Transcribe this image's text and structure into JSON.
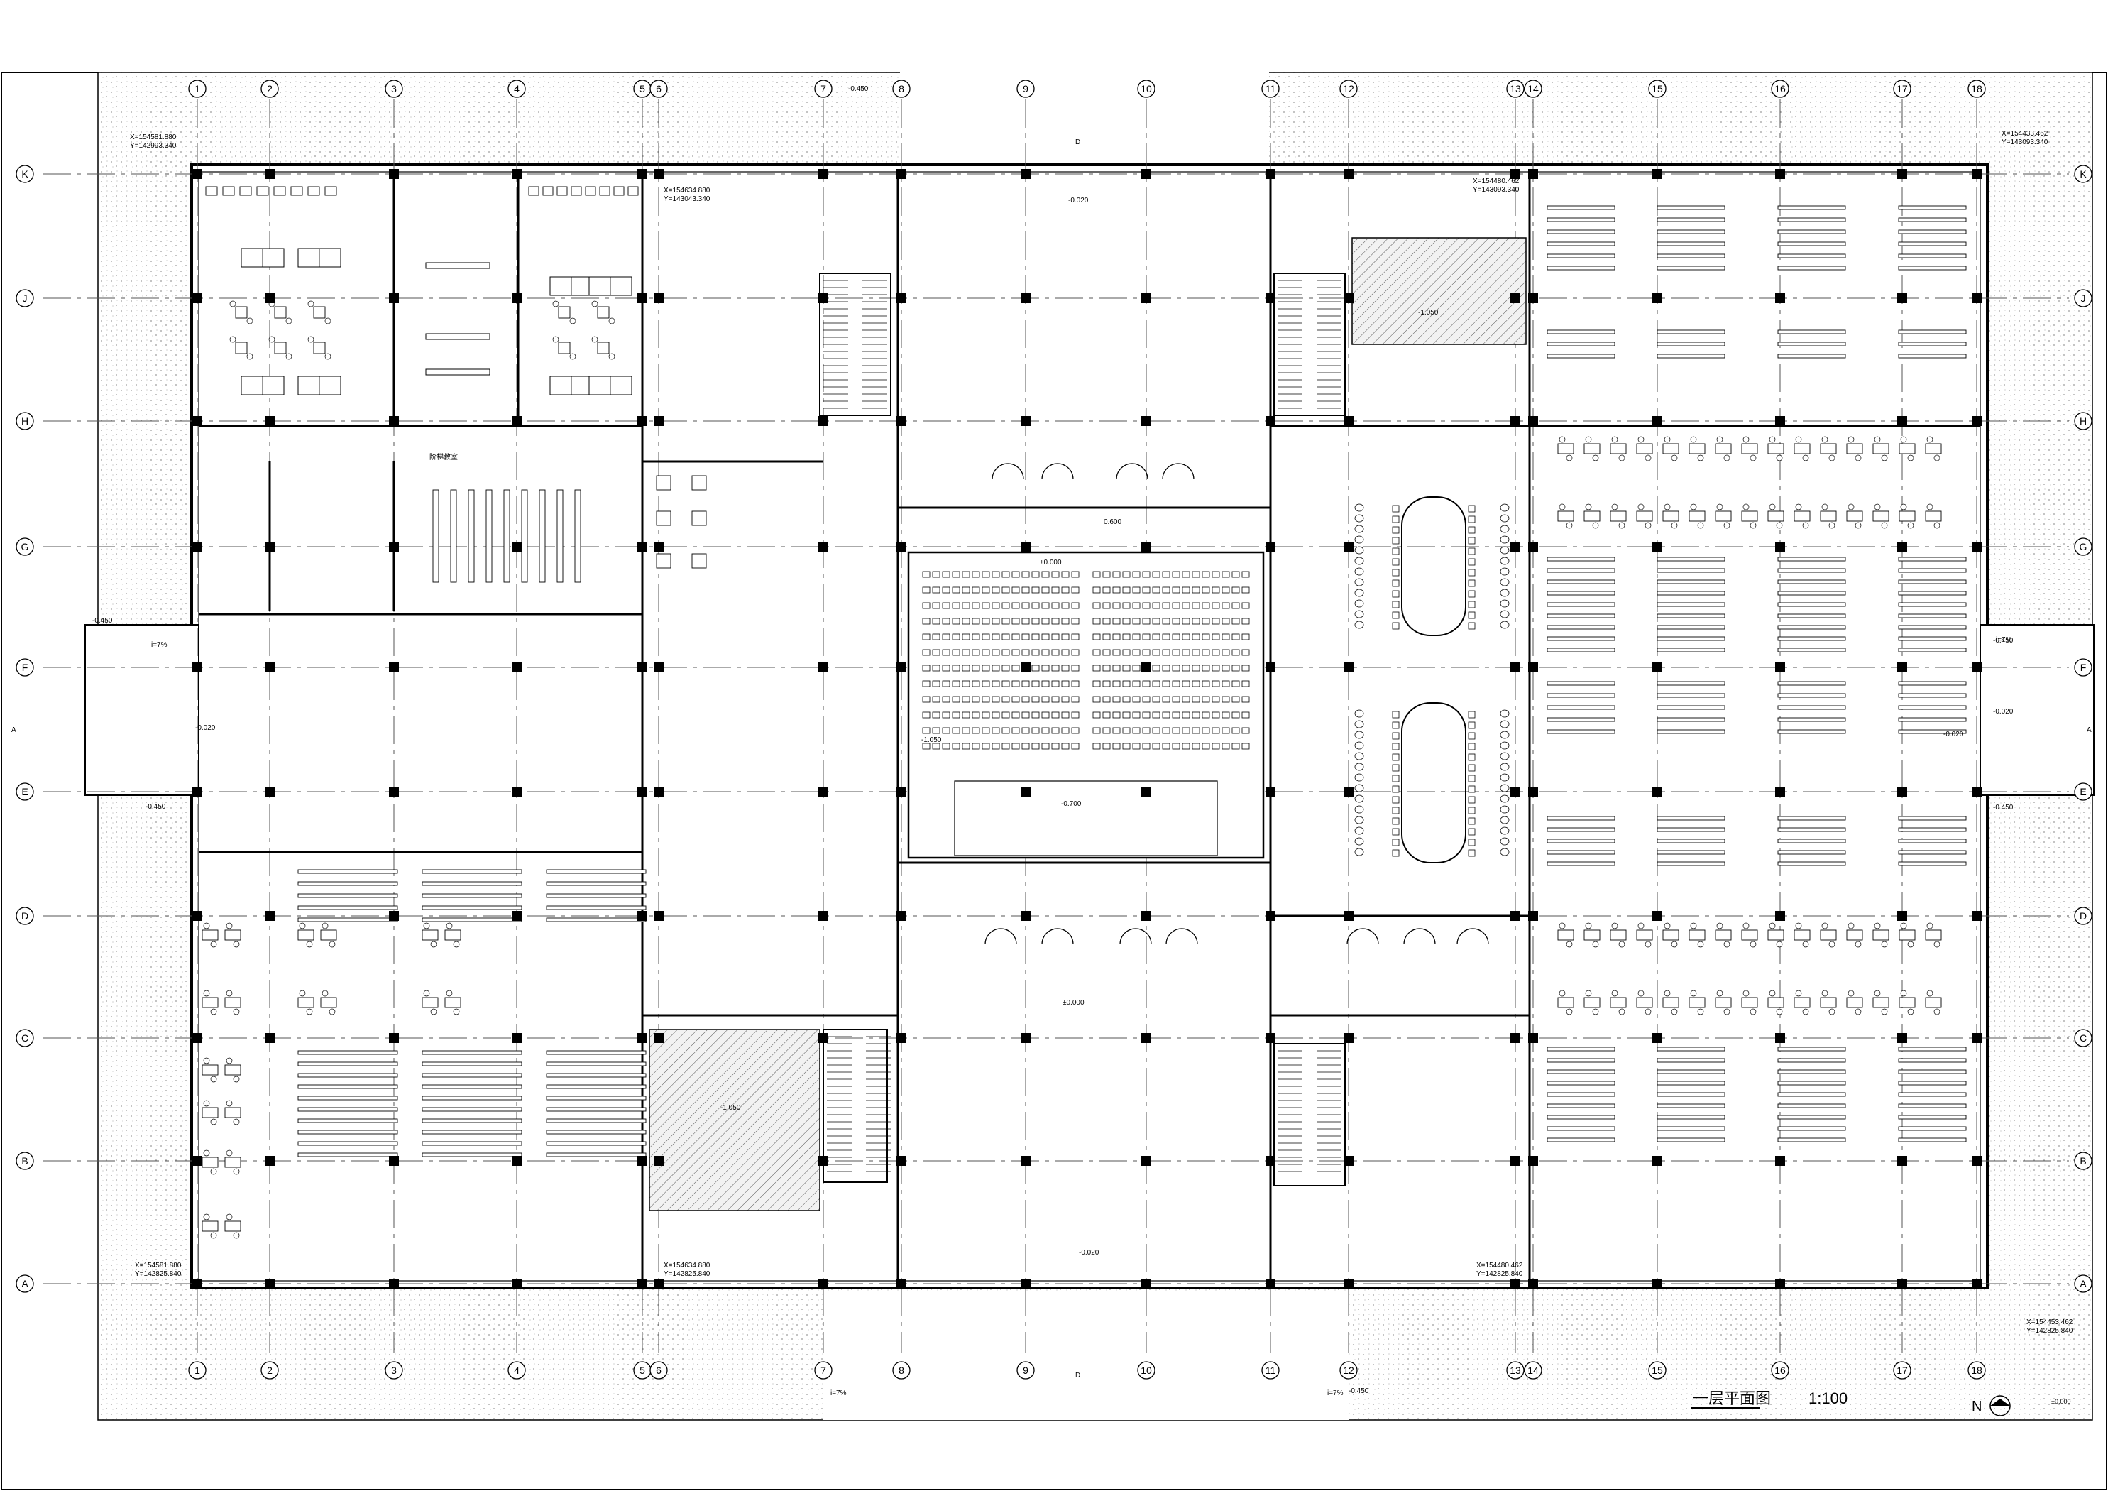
{
  "drawing": {
    "title": "一层平面图",
    "scale": "1:100",
    "north_label": "N",
    "elevation_ref": "±0.000"
  },
  "axes": {
    "columns": [
      "1",
      "2",
      "3",
      "4",
      "5",
      "6",
      "7",
      "8",
      "9",
      "10",
      "11",
      "12",
      "13",
      "14",
      "15",
      "16",
      "17",
      "18"
    ],
    "rows": [
      "K",
      "J",
      "H",
      "G",
      "F",
      "E",
      "D",
      "C",
      "B",
      "A"
    ]
  },
  "coordinates": [
    {
      "x": "X=154581.880",
      "y": "Y=142993.340"
    },
    {
      "x": "X=154634.880",
      "y": "Y=143043.340"
    },
    {
      "x": "X=154480.462",
      "y": "Y=143093.340"
    },
    {
      "x": "X=154433.462",
      "y": "Y=143093.340"
    },
    {
      "x": "X=154581.880",
      "y": "Y=142825.840"
    },
    {
      "x": "X=154634.880",
      "y": "Y=142825.840"
    },
    {
      "x": "X=154480.462",
      "y": "Y=142825.840"
    },
    {
      "x": "X=154453.462",
      "y": "Y=142825.840"
    }
  ],
  "levels": [
    {
      "label": "-0.450"
    },
    {
      "label": "-0.020"
    },
    {
      "label": "-0.020"
    },
    {
      "label": "0.600"
    },
    {
      "label": "±0.000"
    },
    {
      "label": "-0.450"
    },
    {
      "label": "-0.020"
    },
    {
      "label": "-0.450"
    },
    {
      "label": "-1.050"
    },
    {
      "label": "-0.700"
    },
    {
      "label": "±0.000"
    },
    {
      "label": "-0.020"
    },
    {
      "label": "-0.450"
    },
    {
      "label": "-0.020"
    },
    {
      "label": "-0.450"
    },
    {
      "label": "-0.450"
    },
    {
      "label": "-1.050"
    },
    {
      "label": "-1.050"
    }
  ],
  "small_notes": [
    "D",
    "D",
    "i=7%",
    "i=7%",
    "i=7%",
    "i=7%",
    "A",
    "A"
  ],
  "room_note": "阶梯教室",
  "colors": {
    "line": "#000000",
    "hatch_bg": "#f2f2f2",
    "dot": "#9a9a9a",
    "paper": "#ffffff"
  }
}
